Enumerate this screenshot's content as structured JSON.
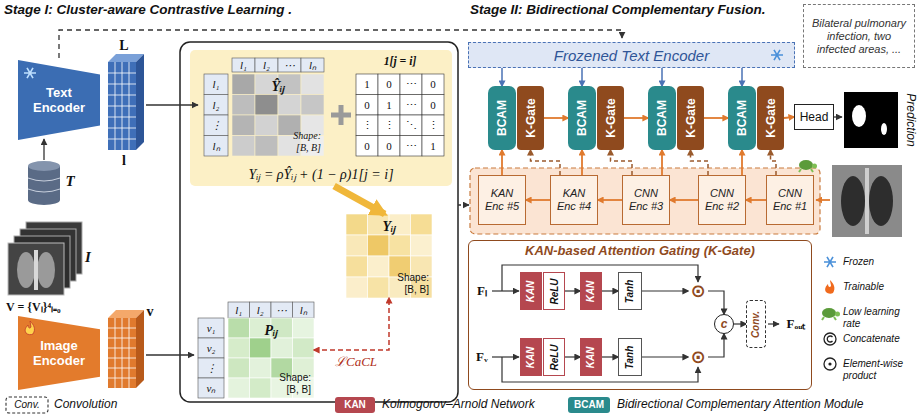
{
  "diagram": {
    "nodes": [
      {
        "text": [
          "Text Encoder"
        ]
      },
      {
        "text": [
          "Image Encoder"
        ]
      },
      {
        "text": [
          "Yᵢⱼ = ρŶᵢⱼ + (1 − ρ)1[j = i]"
        ]
      },
      {
        "text": [
          "Ŷᵢⱼ",
          "Shape:",
          "[B, B]"
        ],
        "in": 2
      },
      {
        "text": [
          "1[j = i]"
        ],
        "in": 2
      },
      {
        "text": [
          "Yᵢⱼ",
          "Shape:",
          "[B, B]"
        ]
      },
      {
        "text": [
          "Pᵢⱼ",
          "Shape:",
          "[B, B]"
        ]
      },
      {
        "text": [
          "Frozened Text Encoder"
        ]
      },
      {
        "text": [
          "Bilateral pulmonary infection, two infected areas, ..."
        ]
      },
      {
        "text": [
          "BCAM"
        ]
      },
      {
        "text": [
          "K-Gate"
        ]
      },
      {
        "text": [
          "BCAM"
        ]
      },
      {
        "text": [
          "K-Gate"
        ]
      },
      {
        "text": [
          "BCAM"
        ]
      },
      {
        "text": [
          "K-Gate"
        ]
      },
      {
        "text": [
          "BCAM"
        ]
      },
      {
        "text": [
          "K-Gate"
        ]
      },
      {
        "text": [
          "Head"
        ]
      },
      {
        "text": [
          "KAN",
          "Enc #5"
        ]
      },
      {
        "text": [
          "KAN",
          "Enc #4"
        ]
      },
      {
        "text": [
          "CNN",
          "Enc #3"
        ]
      },
      {
        "text": [
          "CNN",
          "Enc #2"
        ]
      },
      {
        "text": [
          "CNN",
          "Enc #1"
        ]
      },
      {
        "text": [
          "KAN-based Attention Gating (K-Gate)"
        ]
      },
      {
        "text": [
          "KAN"
        ],
        "in": 23
      },
      {
        "text": [
          "ReLU"
        ],
        "in": 23
      },
      {
        "text": [
          "KAN"
        ],
        "in": 23
      },
      {
        "text": [
          "Tanh"
        ],
        "in": 23
      },
      {
        "text": [
          "KAN"
        ],
        "in": 23
      },
      {
        "text": [
          "ReLU"
        ],
        "in": 23
      },
      {
        "text": [
          "KAN"
        ],
        "in": 23
      },
      {
        "text": [
          "Tanh"
        ],
        "in": 23
      },
      {
        "text": [
          "Conv."
        ],
        "in": 23
      },
      {
        "text": [
          "⊙"
        ],
        "in": 23
      },
      {
        "text": [
          "⊙"
        ],
        "in": 23
      },
      {
        "text": [
          "c"
        ],
        "in": 23
      }
    ],
    "edges": [
      {
        "from": 2,
        "to": 5,
        "arrow": "to"
      },
      {
        "from": 6,
        "to": 5,
        "label": "ℒCaCL",
        "arrow": "both"
      },
      {
        "from": 7,
        "to": 9,
        "arrow": "to"
      },
      {
        "from": 7,
        "to": 11,
        "arrow": "to"
      },
      {
        "from": 7,
        "to": 13,
        "arrow": "to"
      },
      {
        "from": 7,
        "to": 15,
        "arrow": "to"
      },
      {
        "from": 10,
        "to": 11,
        "arrow": "to"
      },
      {
        "from": 12,
        "to": 13,
        "arrow": "to"
      },
      {
        "from": 14,
        "to": 15,
        "arrow": "to"
      },
      {
        "from": 16,
        "to": 17,
        "arrow": "to"
      },
      {
        "from": 22,
        "to": 21,
        "arrow": "to"
      },
      {
        "from": 21,
        "to": 20,
        "arrow": "to"
      },
      {
        "from": 20,
        "to": 19,
        "arrow": "to"
      },
      {
        "from": 19,
        "to": 18,
        "arrow": "to"
      },
      {
        "from": 18,
        "to": 9,
        "arrow": "to"
      },
      {
        "from": 19,
        "to": 11,
        "arrow": "to"
      },
      {
        "from": 20,
        "to": 13,
        "arrow": "to"
      },
      {
        "from": 21,
        "to": 15,
        "arrow": "to"
      },
      {
        "from": 19,
        "to": 10,
        "arrow": "to"
      },
      {
        "from": 20,
        "to": 12,
        "arrow": "to"
      },
      {
        "from": 21,
        "to": 14,
        "arrow": "to"
      },
      {
        "from": 22,
        "to": 16,
        "arrow": "to"
      },
      {
        "from": 25,
        "to": 26,
        "arrow": "to"
      },
      {
        "from": 26,
        "to": 27,
        "arrow": "to"
      },
      {
        "from": 27,
        "to": 33,
        "arrow": "to"
      },
      {
        "from": 29,
        "to": 30,
        "arrow": "to"
      },
      {
        "from": 30,
        "to": 31,
        "arrow": "to"
      },
      {
        "from": 31,
        "to": 34,
        "arrow": "to"
      },
      {
        "from": 33,
        "to": 35,
        "arrow": "to"
      },
      {
        "from": 34,
        "to": 35,
        "arrow": "to"
      },
      {
        "from": 35,
        "to": 32,
        "arrow": "to"
      }
    ],
    "labels": [
      "Stage I: Cluster-aware Contrastive Learning .",
      "Stage II: Bidirectional Complementary Fusion.",
      "T",
      "L",
      "l",
      "I",
      "V = {Vₗ}⁴ₗ₌₀",
      "v",
      "l₁",
      "l₂",
      "⋯",
      "lₙ",
      "l₁",
      "l₂",
      "⋮",
      "lₙ",
      "1",
      "0",
      "⋯",
      "0",
      "0",
      "1",
      "⋯",
      "0",
      "⋮",
      "⋮",
      "⋱",
      "⋮",
      "0",
      "0",
      "⋯",
      "1",
      "l₁",
      "l₂",
      "⋯",
      "lₙ",
      "v₁",
      "v₂",
      "⋮",
      "vₙ",
      "Prediction",
      "Fₗ",
      "Fᵥ",
      "Fₒᵤₜ",
      "Conv.",
      "KAN",
      "BCAM"
    ],
    "legend": [
      {
        "text": "Frozen"
      },
      {
        "text": "Trainable"
      },
      {
        "text": "Low learning rate"
      },
      {
        "text": "Concatenate"
      },
      {
        "text": "Element-wise product"
      },
      {
        "text": "Convolution"
      },
      {
        "text": "Kolmogorov–Arnold Network",
        "color": "#b5474f"
      },
      {
        "text": "Bidirectional Complementary Attention Module",
        "color": "#2a8a8c"
      }
    ]
  }
}
